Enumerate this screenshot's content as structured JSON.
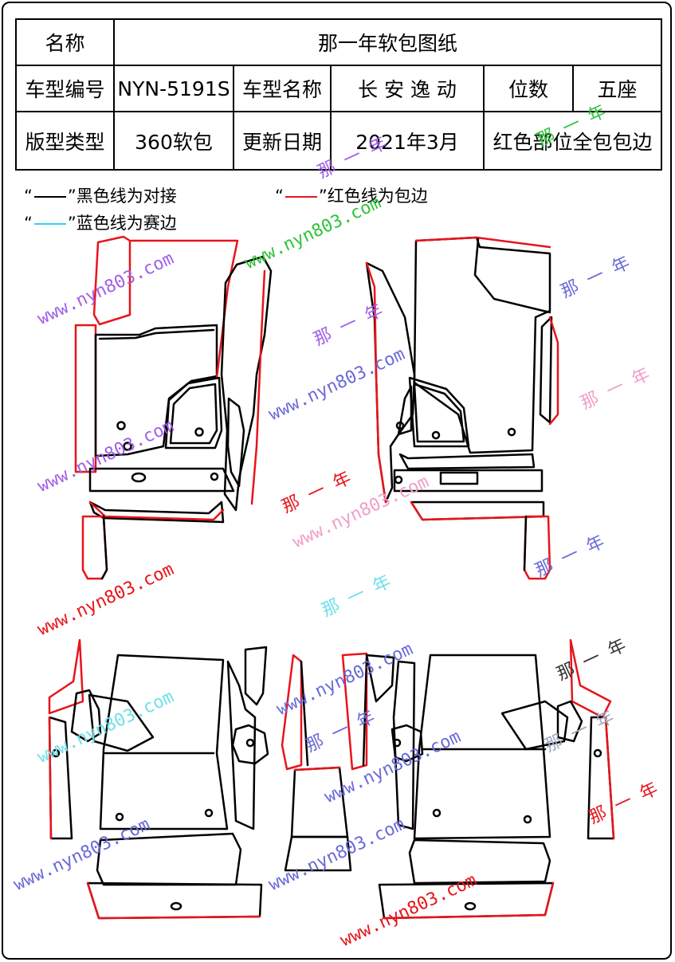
{
  "header": {
    "name_label": "名称",
    "name_value": "那一年软包图纸",
    "model_no_label": "车型编号",
    "model_no_value": "NYN-5191S",
    "model_name_label": "车型名称",
    "model_name_value": "长 安 逸 动",
    "seats_label": "位数",
    "seats_value": "五座",
    "pattern_type_label": "版型类型",
    "pattern_type_value": "360软包",
    "update_date_label": "更新日期",
    "update_date_value": "2021年3月",
    "note": "红色部位全包包边"
  },
  "legend": {
    "black": {
      "open": "“",
      "close": "”黑色线为对接",
      "color": "#000000"
    },
    "red": {
      "open": "“",
      "close": "”红色线为包边",
      "color": "#e8141b"
    },
    "blue": {
      "open": "“",
      "close": "”蓝色线为赛边",
      "color": "#2fd3f0"
    }
  },
  "colors": {
    "outline": "#000000",
    "edge_red": "#e8141b",
    "edge_blue": "#2fd3f0"
  },
  "watermarks": {
    "site": "www.nyn803.com",
    "brand": "那 一 年"
  }
}
